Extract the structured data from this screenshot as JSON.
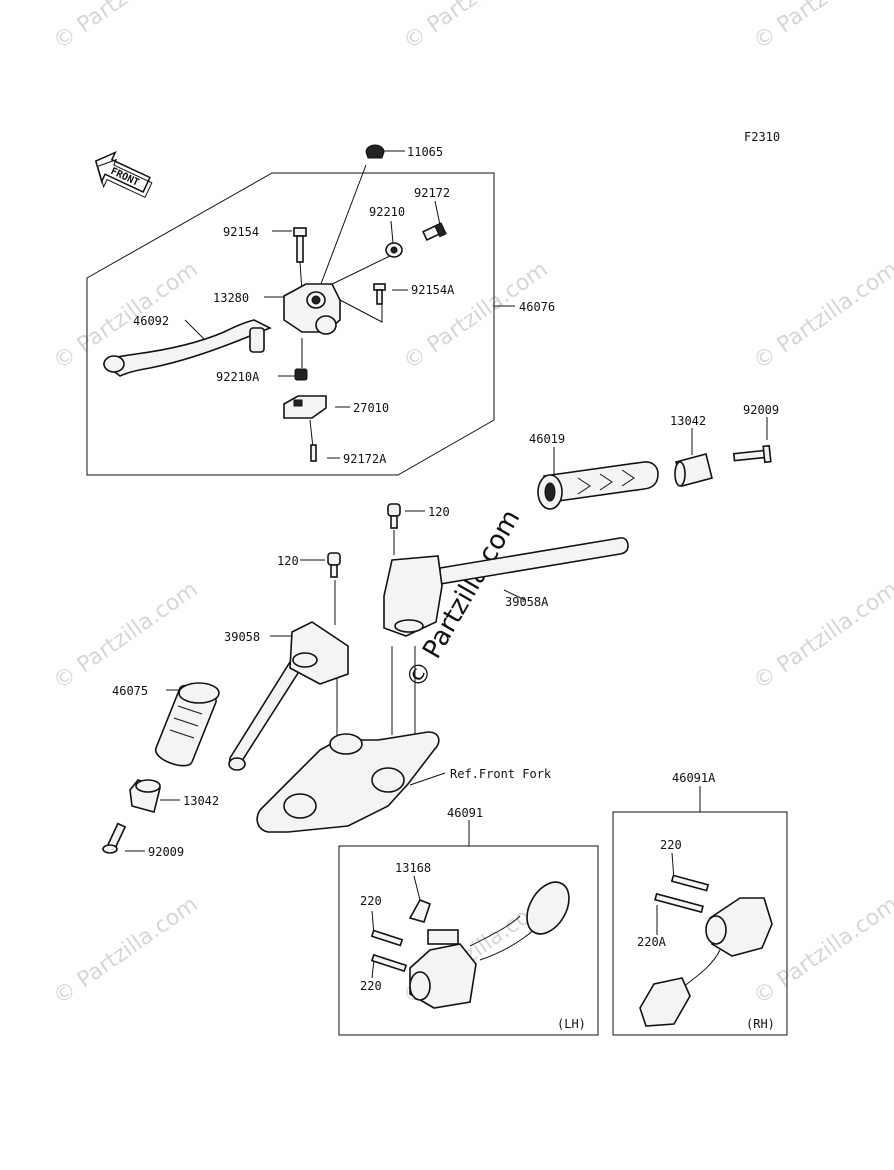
{
  "figure_code": "F2310",
  "front_arrow": "FRONT",
  "watermark": "© Partzilla.com",
  "center_watermark": "© Partzilla.com",
  "side_labels": {
    "lh": "(LH)",
    "rh": "(RH)"
  },
  "parts": [
    {
      "id": "p11065",
      "label": "11065"
    },
    {
      "id": "p92172",
      "label": "92172"
    },
    {
      "id": "p92210",
      "label": "92210"
    },
    {
      "id": "p92154",
      "label": "92154"
    },
    {
      "id": "p13280",
      "label": "13280"
    },
    {
      "id": "p92154A",
      "label": "92154A"
    },
    {
      "id": "p46076",
      "label": "46076"
    },
    {
      "id": "p46092",
      "label": "46092"
    },
    {
      "id": "p92210A",
      "label": "92210A"
    },
    {
      "id": "p27010",
      "label": "27010"
    },
    {
      "id": "p92172A",
      "label": "92172A"
    },
    {
      "id": "p46019",
      "label": "46019"
    },
    {
      "id": "p13042r",
      "label": "13042"
    },
    {
      "id": "p92009r",
      "label": "92009"
    },
    {
      "id": "p120a",
      "label": "120"
    },
    {
      "id": "p120b",
      "label": "120"
    },
    {
      "id": "p39058A",
      "label": "39058A"
    },
    {
      "id": "p39058",
      "label": "39058"
    },
    {
      "id": "p46075",
      "label": "46075"
    },
    {
      "id": "pRefFork",
      "label": "Ref.Front Fork"
    },
    {
      "id": "p13042l",
      "label": "13042"
    },
    {
      "id": "p92009l",
      "label": "92009"
    },
    {
      "id": "p46091",
      "label": "46091"
    },
    {
      "id": "p46091A",
      "label": "46091A"
    },
    {
      "id": "p13168",
      "label": "13168"
    },
    {
      "id": "p220a",
      "label": "220"
    },
    {
      "id": "p220b",
      "label": "220"
    },
    {
      "id": "p220c",
      "label": "220"
    },
    {
      "id": "p220A",
      "label": "220A"
    }
  ]
}
